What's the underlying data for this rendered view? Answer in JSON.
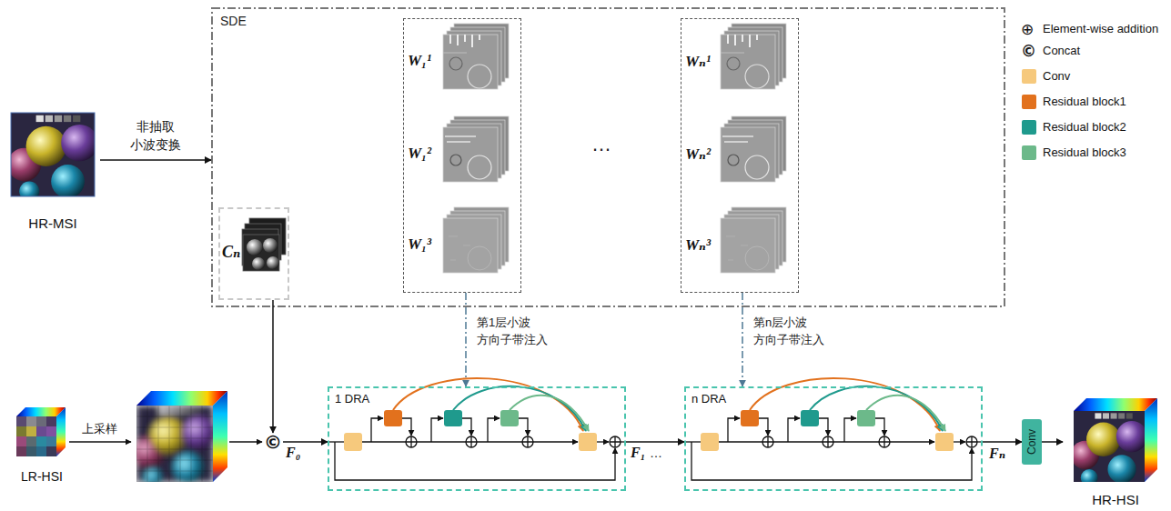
{
  "diagram": {
    "nodes": [
      {
        "text": [
          "HR-MSI"
        ]
      },
      {
        "text": [
          "SDE"
        ]
      },
      {
        "text": [
          "Cₙ"
        ],
        "in": 1
      },
      {
        "text": [
          "W₁¹",
          "W₁²",
          "W₁³"
        ],
        "in": 1
      },
      {
        "text": [
          "Wₙ¹",
          "Wₙ²",
          "Wₙ³"
        ],
        "in": 1
      },
      {
        "text": [
          "LR-HSI"
        ]
      },
      {
        "text": [
          "©"
        ]
      },
      {
        "text": [
          "1 DRA"
        ]
      },
      {
        "text": [
          "n DRA"
        ]
      },
      {
        "text": [
          "Conv"
        ]
      },
      {
        "text": [
          "HR-HSI"
        ]
      }
    ],
    "edges": [
      {
        "from": 0,
        "to": 1,
        "label": "非抽取 小波变换",
        "arrow": "to"
      },
      {
        "from": 2,
        "to": 6,
        "arrow": "to"
      },
      {
        "from": 6,
        "to": 7,
        "label": "F₀",
        "arrow": "to"
      },
      {
        "from": 7,
        "to": 8,
        "label": "F₁",
        "arrow": "to"
      },
      {
        "from": 8,
        "to": 9,
        "label": "Fₙ",
        "arrow": "to"
      },
      {
        "from": 9,
        "to": 10,
        "arrow": "to"
      },
      {
        "from": 3,
        "to": 7,
        "label": "第1层小波 方向子带注入",
        "arrow": "to"
      },
      {
        "from": 4,
        "to": 8,
        "label": "第n层小波 方向子带注入",
        "arrow": "to"
      }
    ],
    "labels": [
      "…",
      "⊕",
      "©",
      "上采样",
      "…"
    ],
    "legend": [
      {
        "text": "Element-wise addition"
      },
      {
        "text": "Concat"
      },
      {
        "text": "Conv",
        "color": "#f6c97d"
      },
      {
        "text": "Residual block1",
        "color": "#e2711d"
      },
      {
        "text": "Residual block2",
        "color": "#1f9a8d"
      },
      {
        "text": "Residual block3",
        "color": "#6cb98a"
      }
    ]
  }
}
